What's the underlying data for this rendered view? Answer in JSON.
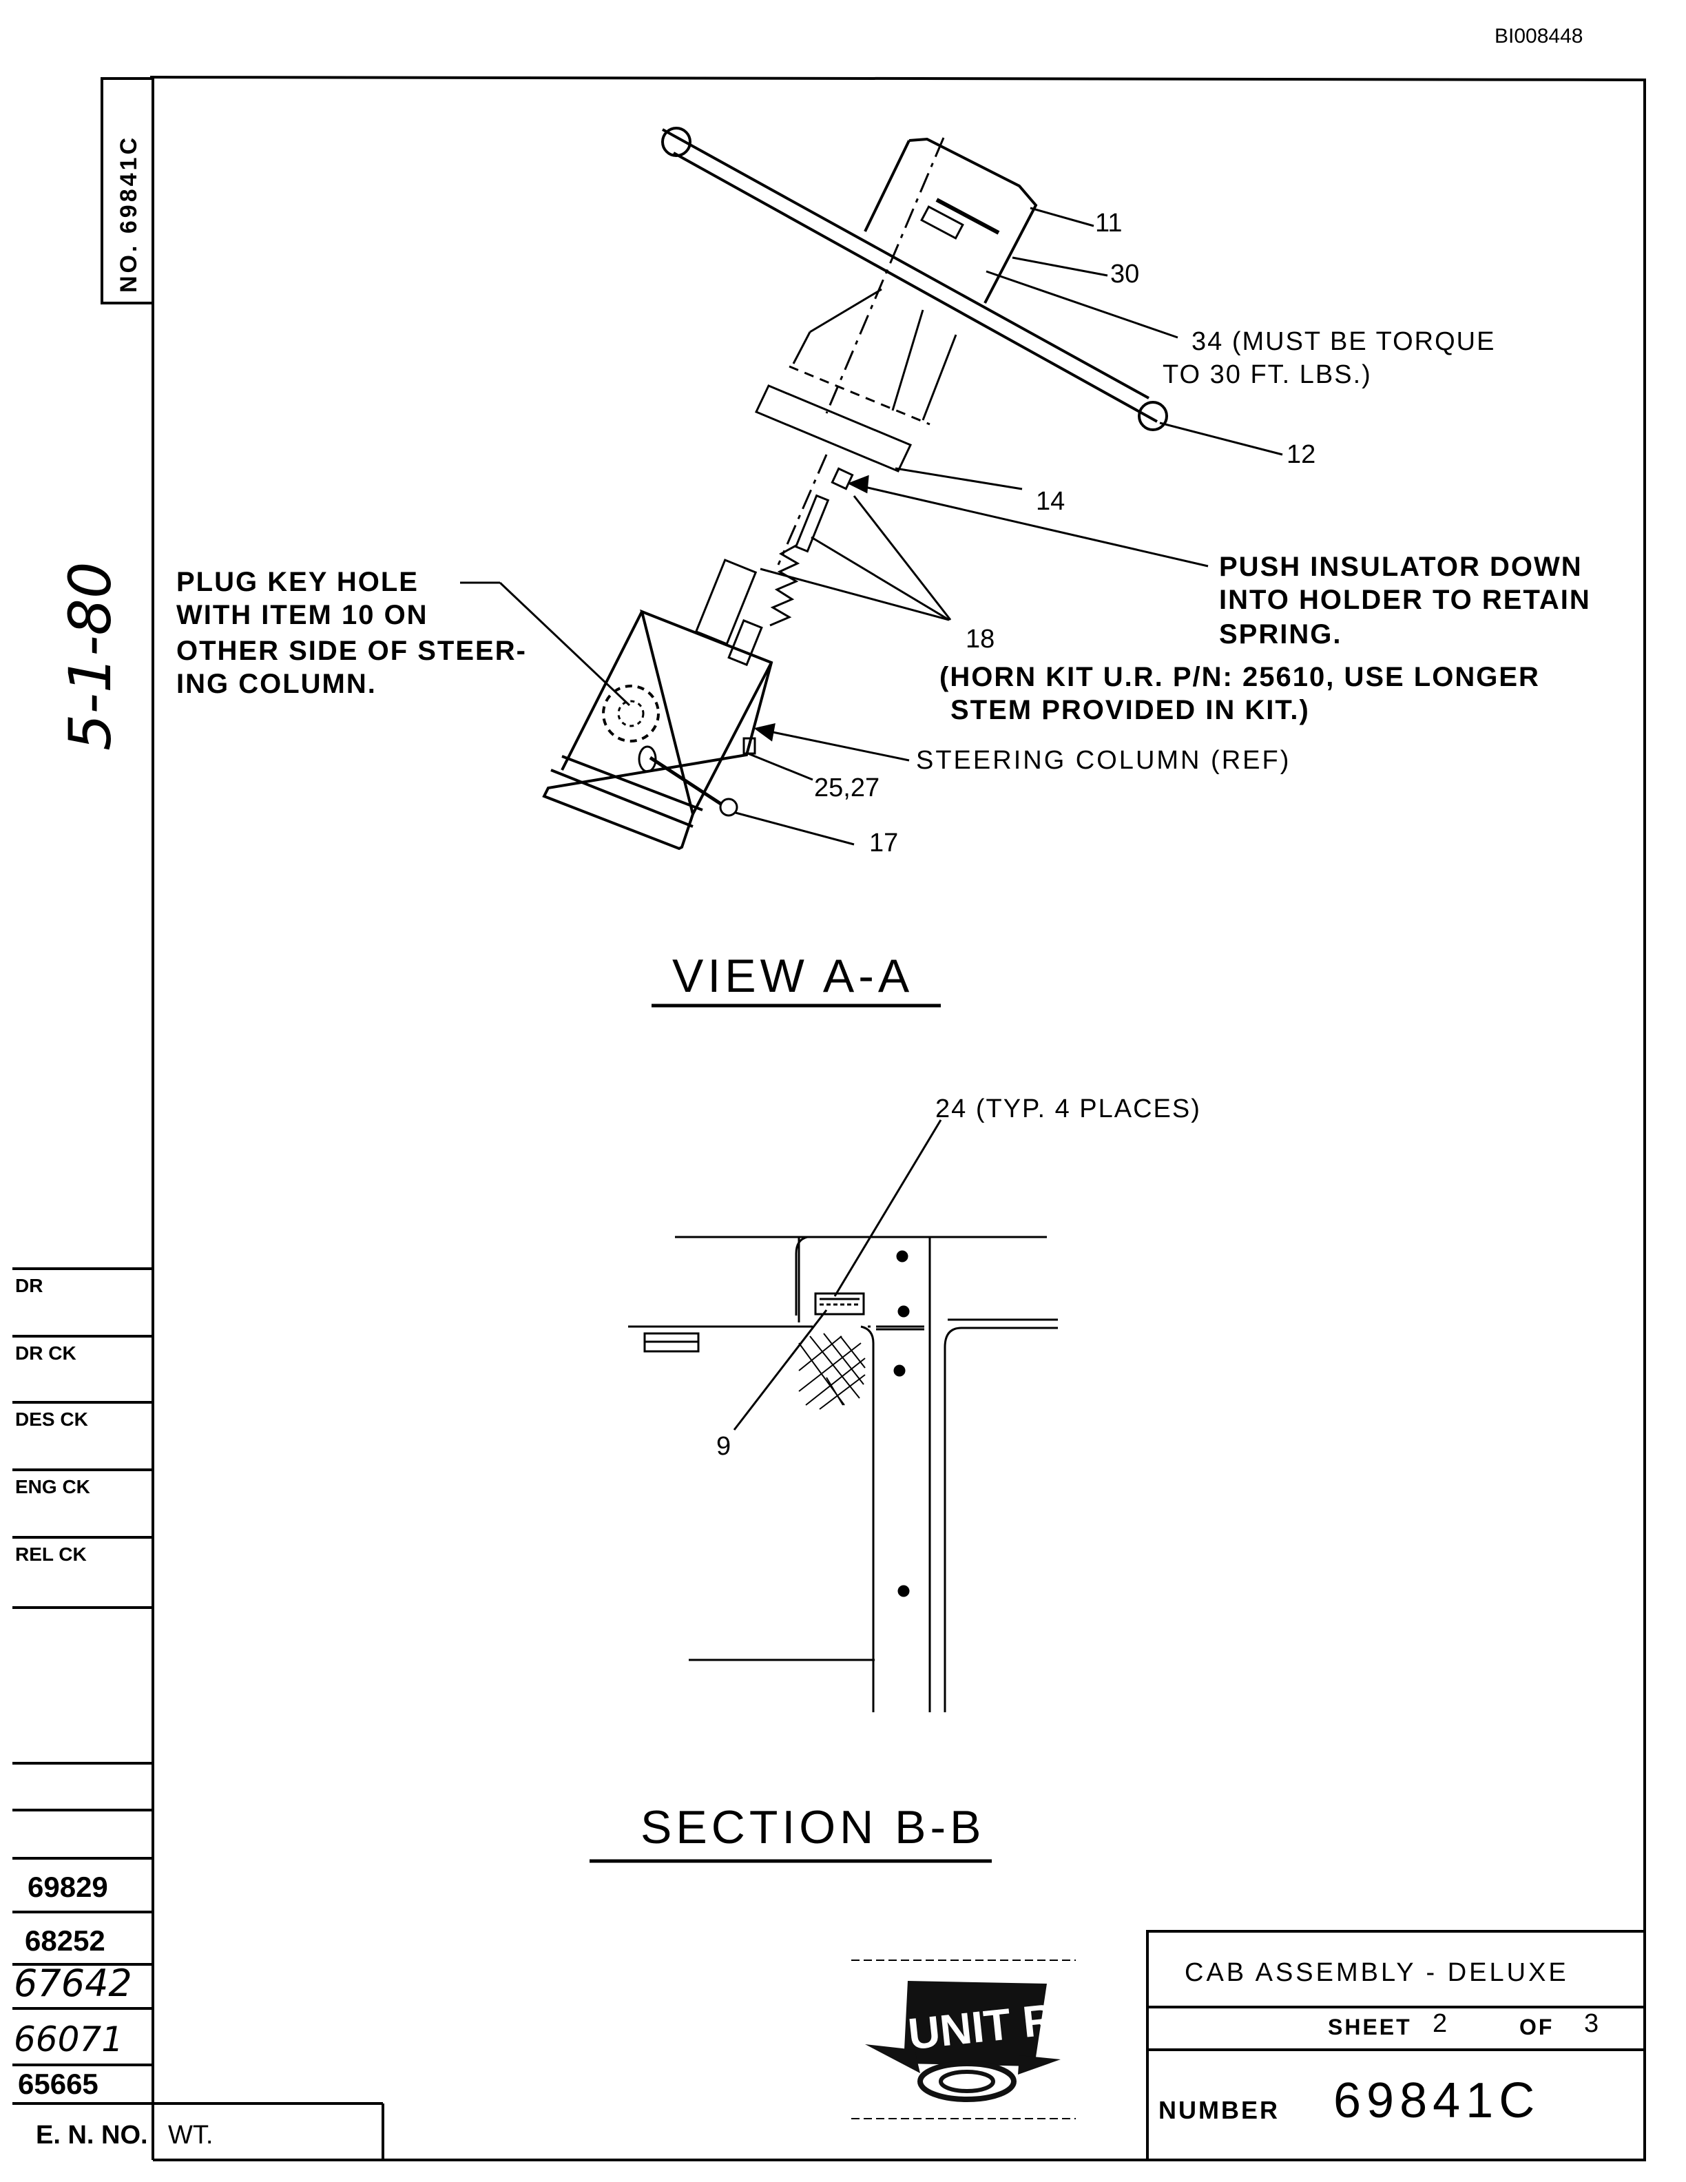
{
  "doc_id": "BI008448",
  "side_number": "NO. 69841C",
  "handwritten_date": "5-1-80",
  "view_a": {
    "title": "VIEW A-A",
    "callouts": {
      "c11": "11",
      "c30": "30",
      "c34a": "34  (MUST BE TORQUE",
      "c34b": "TO 30 FT. LBS.)",
      "c12": "12",
      "c14": "14",
      "push1": "PUSH INSULATOR DOWN",
      "push2": "INTO HOLDER TO RETAIN",
      "push3": "SPRING.",
      "c18": "18",
      "horn1": "(HORN KIT U.R. P/N: 25610, USE LONGER",
      "horn2": "STEM PROVIDED IN KIT.)",
      "steer": "STEERING  COLUMN (REF)",
      "c2527": "25,27",
      "c17": "17",
      "plug1": "PLUG KEY HOLE",
      "plug2": "WITH ITEM 10 ON",
      "plug3": "OTHER SIDE OF STEER-",
      "plug4": "ING COLUMN."
    }
  },
  "section_b": {
    "title": "SECTION B-B",
    "c24": "24 (TYP. 4 PLACES)",
    "c9": "9"
  },
  "left_block": {
    "checks": [
      "DR",
      "DR CK",
      "DES CK",
      "ENG CK",
      "REL CK"
    ],
    "eng_numbers": [
      "69829",
      "68252",
      "67642",
      "66071",
      "65665"
    ],
    "en_no_label": "E. N. NO.",
    "wt_label": "WT."
  },
  "logo_text": "UNIT RIG",
  "title_block": {
    "title": "CAB ASSEMBLY - DELUXE",
    "sheet_label": "SHEET",
    "sheet": "2",
    "of_label": "OF",
    "of": "3",
    "number_label": "NUMBER",
    "number": "69841C"
  }
}
